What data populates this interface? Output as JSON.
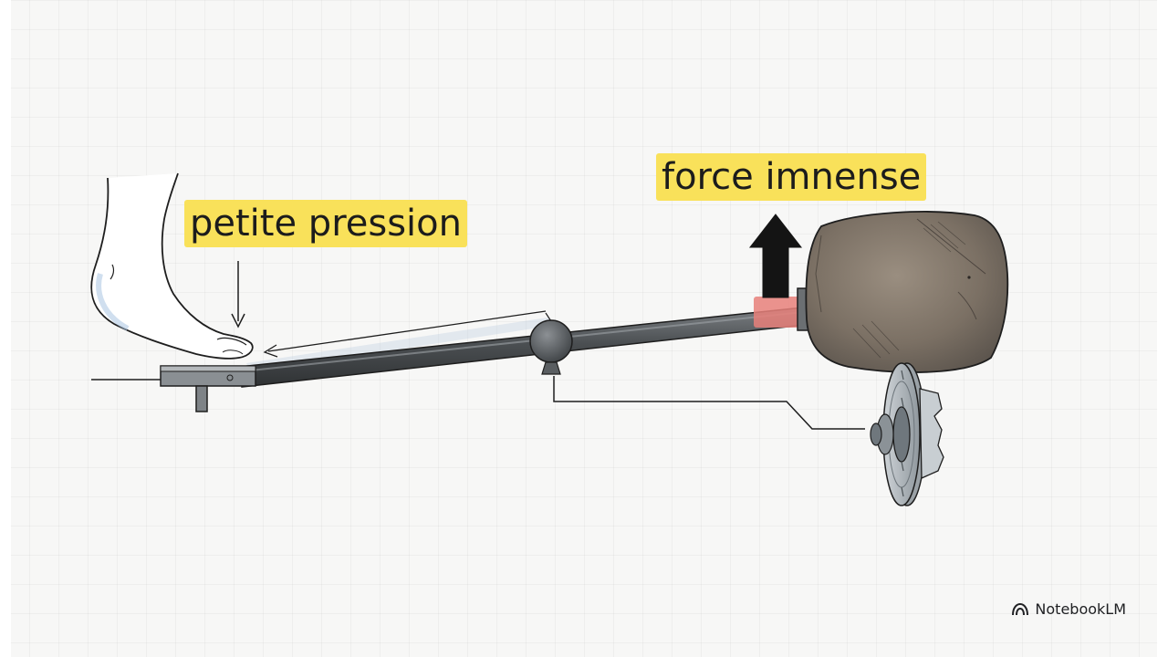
{
  "labels": {
    "small_force": "petite pression",
    "large_force": "force imnense"
  },
  "branding": {
    "name": "NotebookLM",
    "icon": "notebooklm-logo-icon"
  },
  "colors": {
    "highlight": "#f9e15a",
    "lever": "#4f5356",
    "rock": "#7b7064",
    "contact_pad": "#e8807a",
    "arrow": "#141414"
  }
}
